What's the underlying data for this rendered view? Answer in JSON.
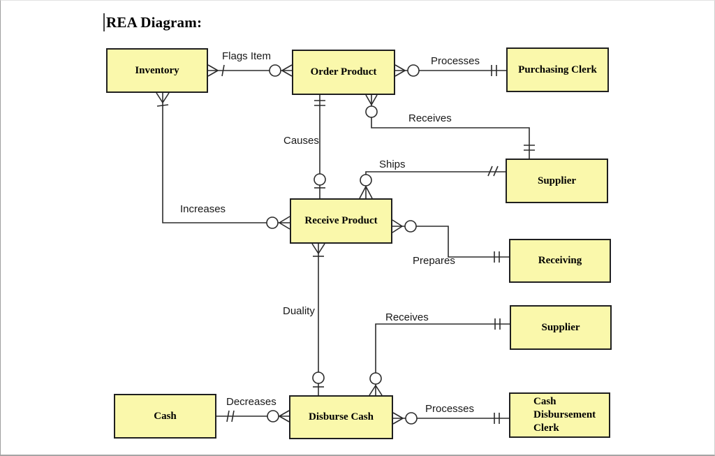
{
  "title": "REA Diagram:",
  "colors": {
    "background": "#ffffff",
    "entity_fill": "#faf8ab",
    "entity_border": "#1f1f1f",
    "line": "#2b2b2b"
  },
  "entities": [
    {
      "id": "inventory",
      "label": "Inventory",
      "type": "resource"
    },
    {
      "id": "order-product",
      "label": "Order Product",
      "type": "event"
    },
    {
      "id": "purchasing-clerk",
      "label": "Purchasing Clerk",
      "type": "agent"
    },
    {
      "id": "supplier-top",
      "label": "Supplier",
      "type": "agent"
    },
    {
      "id": "receive-product",
      "label": "Receive Product",
      "type": "event"
    },
    {
      "id": "receiving",
      "label": "Receiving",
      "type": "agent"
    },
    {
      "id": "supplier-bottom",
      "label": "Supplier",
      "type": "agent"
    },
    {
      "id": "cash",
      "label": "Cash",
      "type": "resource"
    },
    {
      "id": "disburse-cash",
      "label": "Disburse Cash",
      "type": "event"
    },
    {
      "id": "cash-disbursement-clerk",
      "label": "Cash Disbursement Clerk",
      "type": "agent"
    }
  ],
  "relationships": [
    {
      "id": "flags-item",
      "label": "Flags Item",
      "from": "inventory",
      "to": "order-product"
    },
    {
      "id": "processes-purchasing",
      "label": "Processes",
      "from": "order-product",
      "to": "purchasing-clerk"
    },
    {
      "id": "receives-supplier-top",
      "label": "Receives",
      "from": "order-product",
      "to": "supplier-top"
    },
    {
      "id": "causes",
      "label": "Causes",
      "from": "order-product",
      "to": "receive-product"
    },
    {
      "id": "ships",
      "label": "Ships",
      "from": "supplier-top",
      "to": "receive-product"
    },
    {
      "id": "increases",
      "label": "Increases",
      "from": "inventory",
      "to": "receive-product"
    },
    {
      "id": "prepares",
      "label": "Prepares",
      "from": "receive-product",
      "to": "receiving"
    },
    {
      "id": "duality",
      "label": "Duality",
      "from": "receive-product",
      "to": "disburse-cash"
    },
    {
      "id": "receives-supplier-bottom",
      "label": "Receives",
      "from": "disburse-cash",
      "to": "supplier-bottom"
    },
    {
      "id": "decreases",
      "label": "Decreases",
      "from": "cash",
      "to": "disburse-cash"
    },
    {
      "id": "processes-clerk",
      "label": "Processes",
      "from": "disburse-cash",
      "to": "cash-disbursement-clerk"
    }
  ]
}
